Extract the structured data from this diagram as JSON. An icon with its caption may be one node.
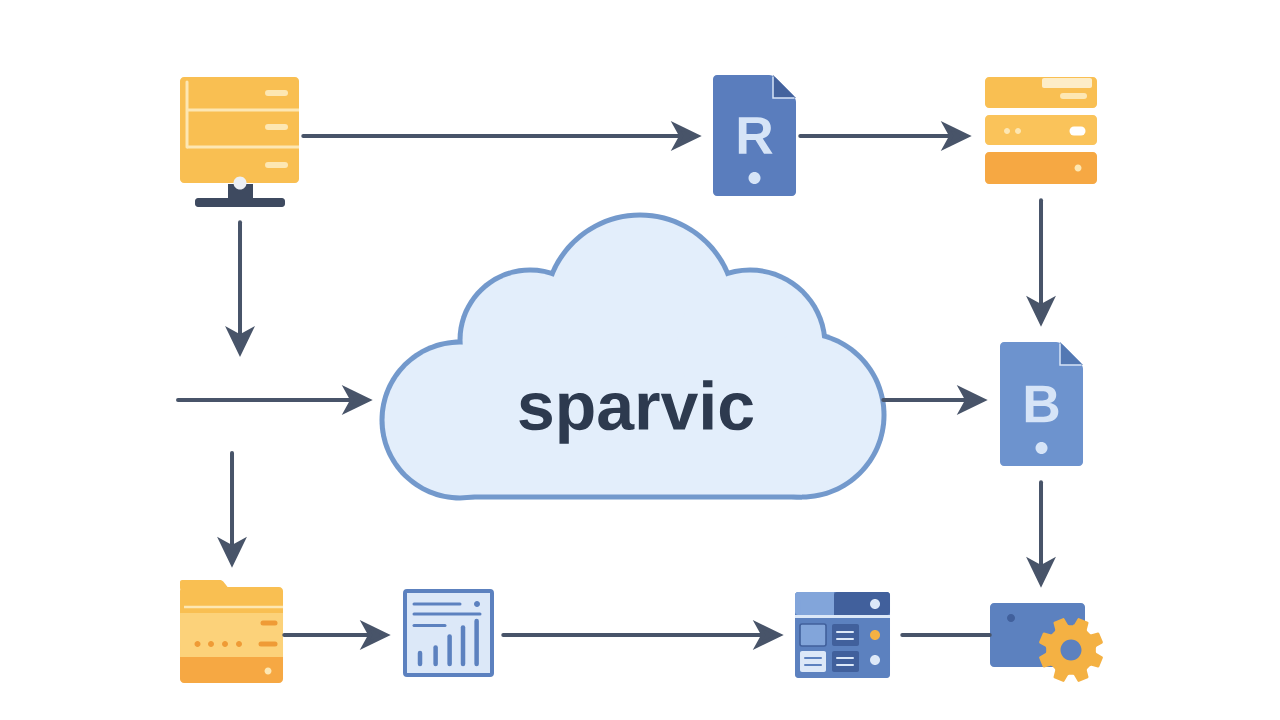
{
  "diagram": {
    "nodes": [
      {
        "text": [],
        "shape": "picture"
      },
      {
        "text": [
          "R"
        ]
      },
      {
        "text": [],
        "shape": "picture"
      },
      {
        "text": [
          "sparvic"
        ]
      },
      {
        "text": [
          "B"
        ]
      },
      {
        "text": [],
        "shape": "picture"
      },
      {
        "text": [],
        "shape": "picture"
      },
      {
        "text": [],
        "shape": "picture"
      },
      {
        "text": [],
        "shape": "picture"
      }
    ],
    "edges": [
      {
        "from": 0,
        "to": 1,
        "arrow": "to"
      },
      {
        "from": 1,
        "to": 2,
        "arrow": "to"
      },
      {
        "from": 2,
        "to": 4,
        "arrow": "to"
      },
      {
        "from": 3,
        "to": 4,
        "arrow": "to"
      },
      {
        "from": 0,
        "to": null,
        "arrow": "to"
      },
      {
        "from": null,
        "to": 3,
        "arrow": "to"
      },
      {
        "from": null,
        "to": 5,
        "arrow": "to"
      },
      {
        "from": 4,
        "to": 8,
        "arrow": "to"
      },
      {
        "from": 5,
        "to": 6,
        "arrow": "to"
      },
      {
        "from": 6,
        "to": 7,
        "arrow": "to"
      },
      {
        "from": 7,
        "to": 8,
        "arrow": "none"
      }
    ]
  }
}
